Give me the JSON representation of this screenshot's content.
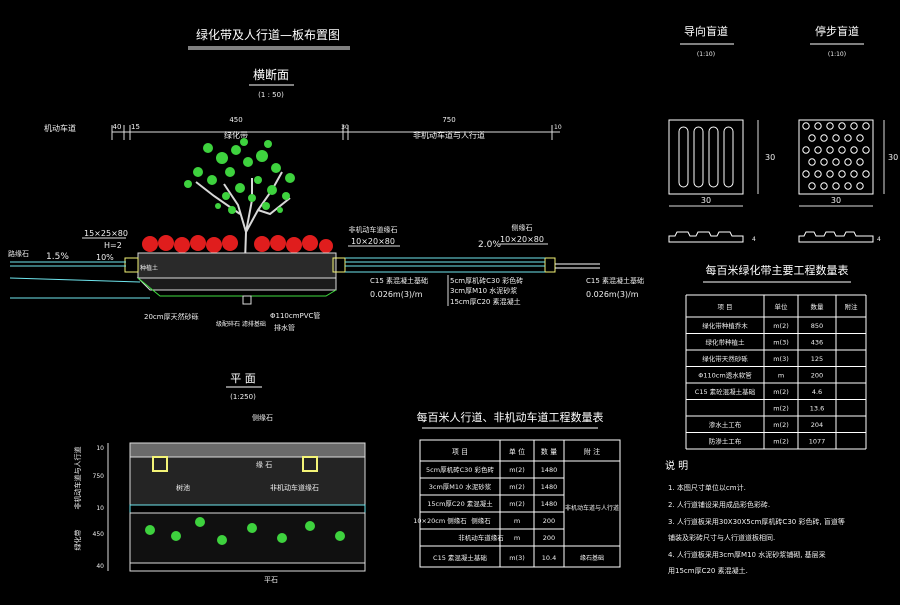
{
  "main_title": "绿化带及人行道—板布置图",
  "section": {
    "title": "横断面",
    "scale": "(1 : 50)"
  },
  "left_road_label": "机动车道",
  "dims_top": {
    "d40": "40",
    "d15": "15",
    "d450": "450",
    "d750": "750",
    "d30": "30",
    "d10": "10"
  },
  "zone_labels": {
    "green": "绿化带",
    "walk": "非机动车道与人行道"
  },
  "callouts": {
    "stone1": "15×25×80",
    "h2": "H=2",
    "pct10": "10%",
    "pct15": "1.5%",
    "curb_left": "路缘石",
    "planting_soil": "种植土",
    "stone2_title": "非机动车道缘石",
    "stone2": "10×20×80",
    "pct20": "2.0%",
    "stone3_title": "侧缘石",
    "stone3": "10×20×80",
    "c15_left": "C15 素混凝土基础",
    "c15_left_vol": "0.026m(3)/m",
    "c15_right": "C15 素混凝土基础",
    "c15_right_vol": "0.026m(3)/m",
    "layer1": "5cm厚机砖C30 彩色砖",
    "layer2": "3cm厚M10 水泥砂浆",
    "layer3": "15cm厚C20 素混凝土",
    "gravel": "20cm厚天然砂砾",
    "drain_bed": "级配碎石 滤排基础",
    "pipe": "Φ110cmPVC管",
    "drain": "排水管"
  },
  "plan": {
    "title": "平 面",
    "scale": "(1:250)",
    "stone_top": "缘 石",
    "stone_plan": "侧缘石",
    "tree": "树池",
    "walk_stone": "非机动车道缘石",
    "flat_stone": "平石",
    "side_walk": "非机动车道与人行道",
    "side_green": "绿化带",
    "d10a": "10",
    "d750": "750",
    "d450": "450",
    "d10b": "10",
    "d40": "40"
  },
  "guide": {
    "title": "导向盲道",
    "scale": "(1:10)",
    "width": "30",
    "height": "30",
    "thick": "4"
  },
  "warn": {
    "title": "停步盲道",
    "scale": "(1:10)",
    "width": "30",
    "height": "30",
    "thick": "4"
  },
  "green_table": {
    "title": "每百米绿化带主要工程数量表",
    "headers": [
      "项 目",
      "单位",
      "数量",
      "附注"
    ],
    "rows": [
      [
        "绿化带种植乔木",
        "m(2)",
        "850",
        ""
      ],
      [
        "绿化带种植土",
        "m(3)",
        "436",
        ""
      ],
      [
        "绿化带天然砂砾",
        "m(3)",
        "125",
        ""
      ],
      [
        "Φ110cm透水软管",
        "m",
        "200",
        ""
      ],
      [
        "C15 素砼混凝土基础",
        "m(2)",
        "4.6",
        ""
      ],
      [
        "",
        "m(2)",
        "13.6",
        ""
      ],
      [
        "渗水土工布",
        "m(2)",
        "204",
        ""
      ],
      [
        "防渗土工布",
        "m(2)",
        "1077",
        ""
      ]
    ]
  },
  "walk_table": {
    "title": "每百米人行道、非机动车道工程数量表",
    "headers": [
      "项 目",
      "单 位",
      "数 量",
      "附 注"
    ],
    "rows": [
      [
        "5cm厚机砖C30 彩色砖",
        "m(2)",
        "1480",
        ""
      ],
      [
        "3cm厚M10 水泥砂浆",
        "m(2)",
        "1480",
        ""
      ],
      [
        "15cm厚C20 素混凝土",
        "m(2)",
        "1480",
        ""
      ],
      [
        "10×20cm 侧缘石",
        "侧缘石",
        "m",
        "200"
      ],
      [
        "非机动车道缘石",
        "",
        "m",
        "200"
      ],
      [
        "C15 素混凝土基础",
        "m(3)",
        "10.4",
        ""
      ]
    ],
    "note_walk": "非机动车道与人行道",
    "note_base": "缘石基础"
  },
  "notes": {
    "title": "说 明",
    "items": [
      "1. 本图尺寸单位以cm计.",
      "2. 人行道铺设采用成品彩色彩砖.",
      "3. 人行道板采用30X30X5cm厚机砖C30 彩色砖, 盲道等",
      "   铺装及彩砖尺寸与人行道道板相同.",
      "4. 人行道板采用3cm厚M10 水泥砂浆铺砌, 基层采",
      "   用15cm厚C20 素混凝土."
    ]
  }
}
